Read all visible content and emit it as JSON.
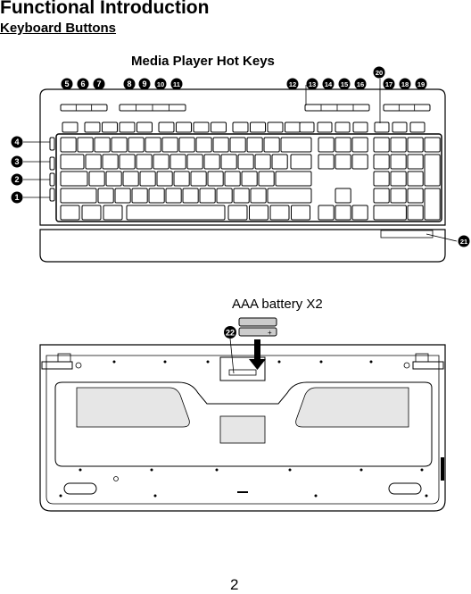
{
  "heading": {
    "title": "Functional Introduction",
    "subtitle": "Keyboard Buttons"
  },
  "figure_top": {
    "label": "Media Player Hot Keys",
    "callouts_top": [
      "5",
      "6",
      "7",
      "8",
      "9",
      "10",
      "11",
      "12",
      "13",
      "14",
      "15",
      "16",
      "17",
      "18",
      "19",
      "20"
    ],
    "callouts_left": [
      "4",
      "3",
      "2",
      "1"
    ],
    "callout_right": "21"
  },
  "figure_bottom": {
    "label": "AAA battery X2",
    "callout": "22",
    "battery_plus": "+"
  },
  "footer": {
    "page_number": "2"
  }
}
